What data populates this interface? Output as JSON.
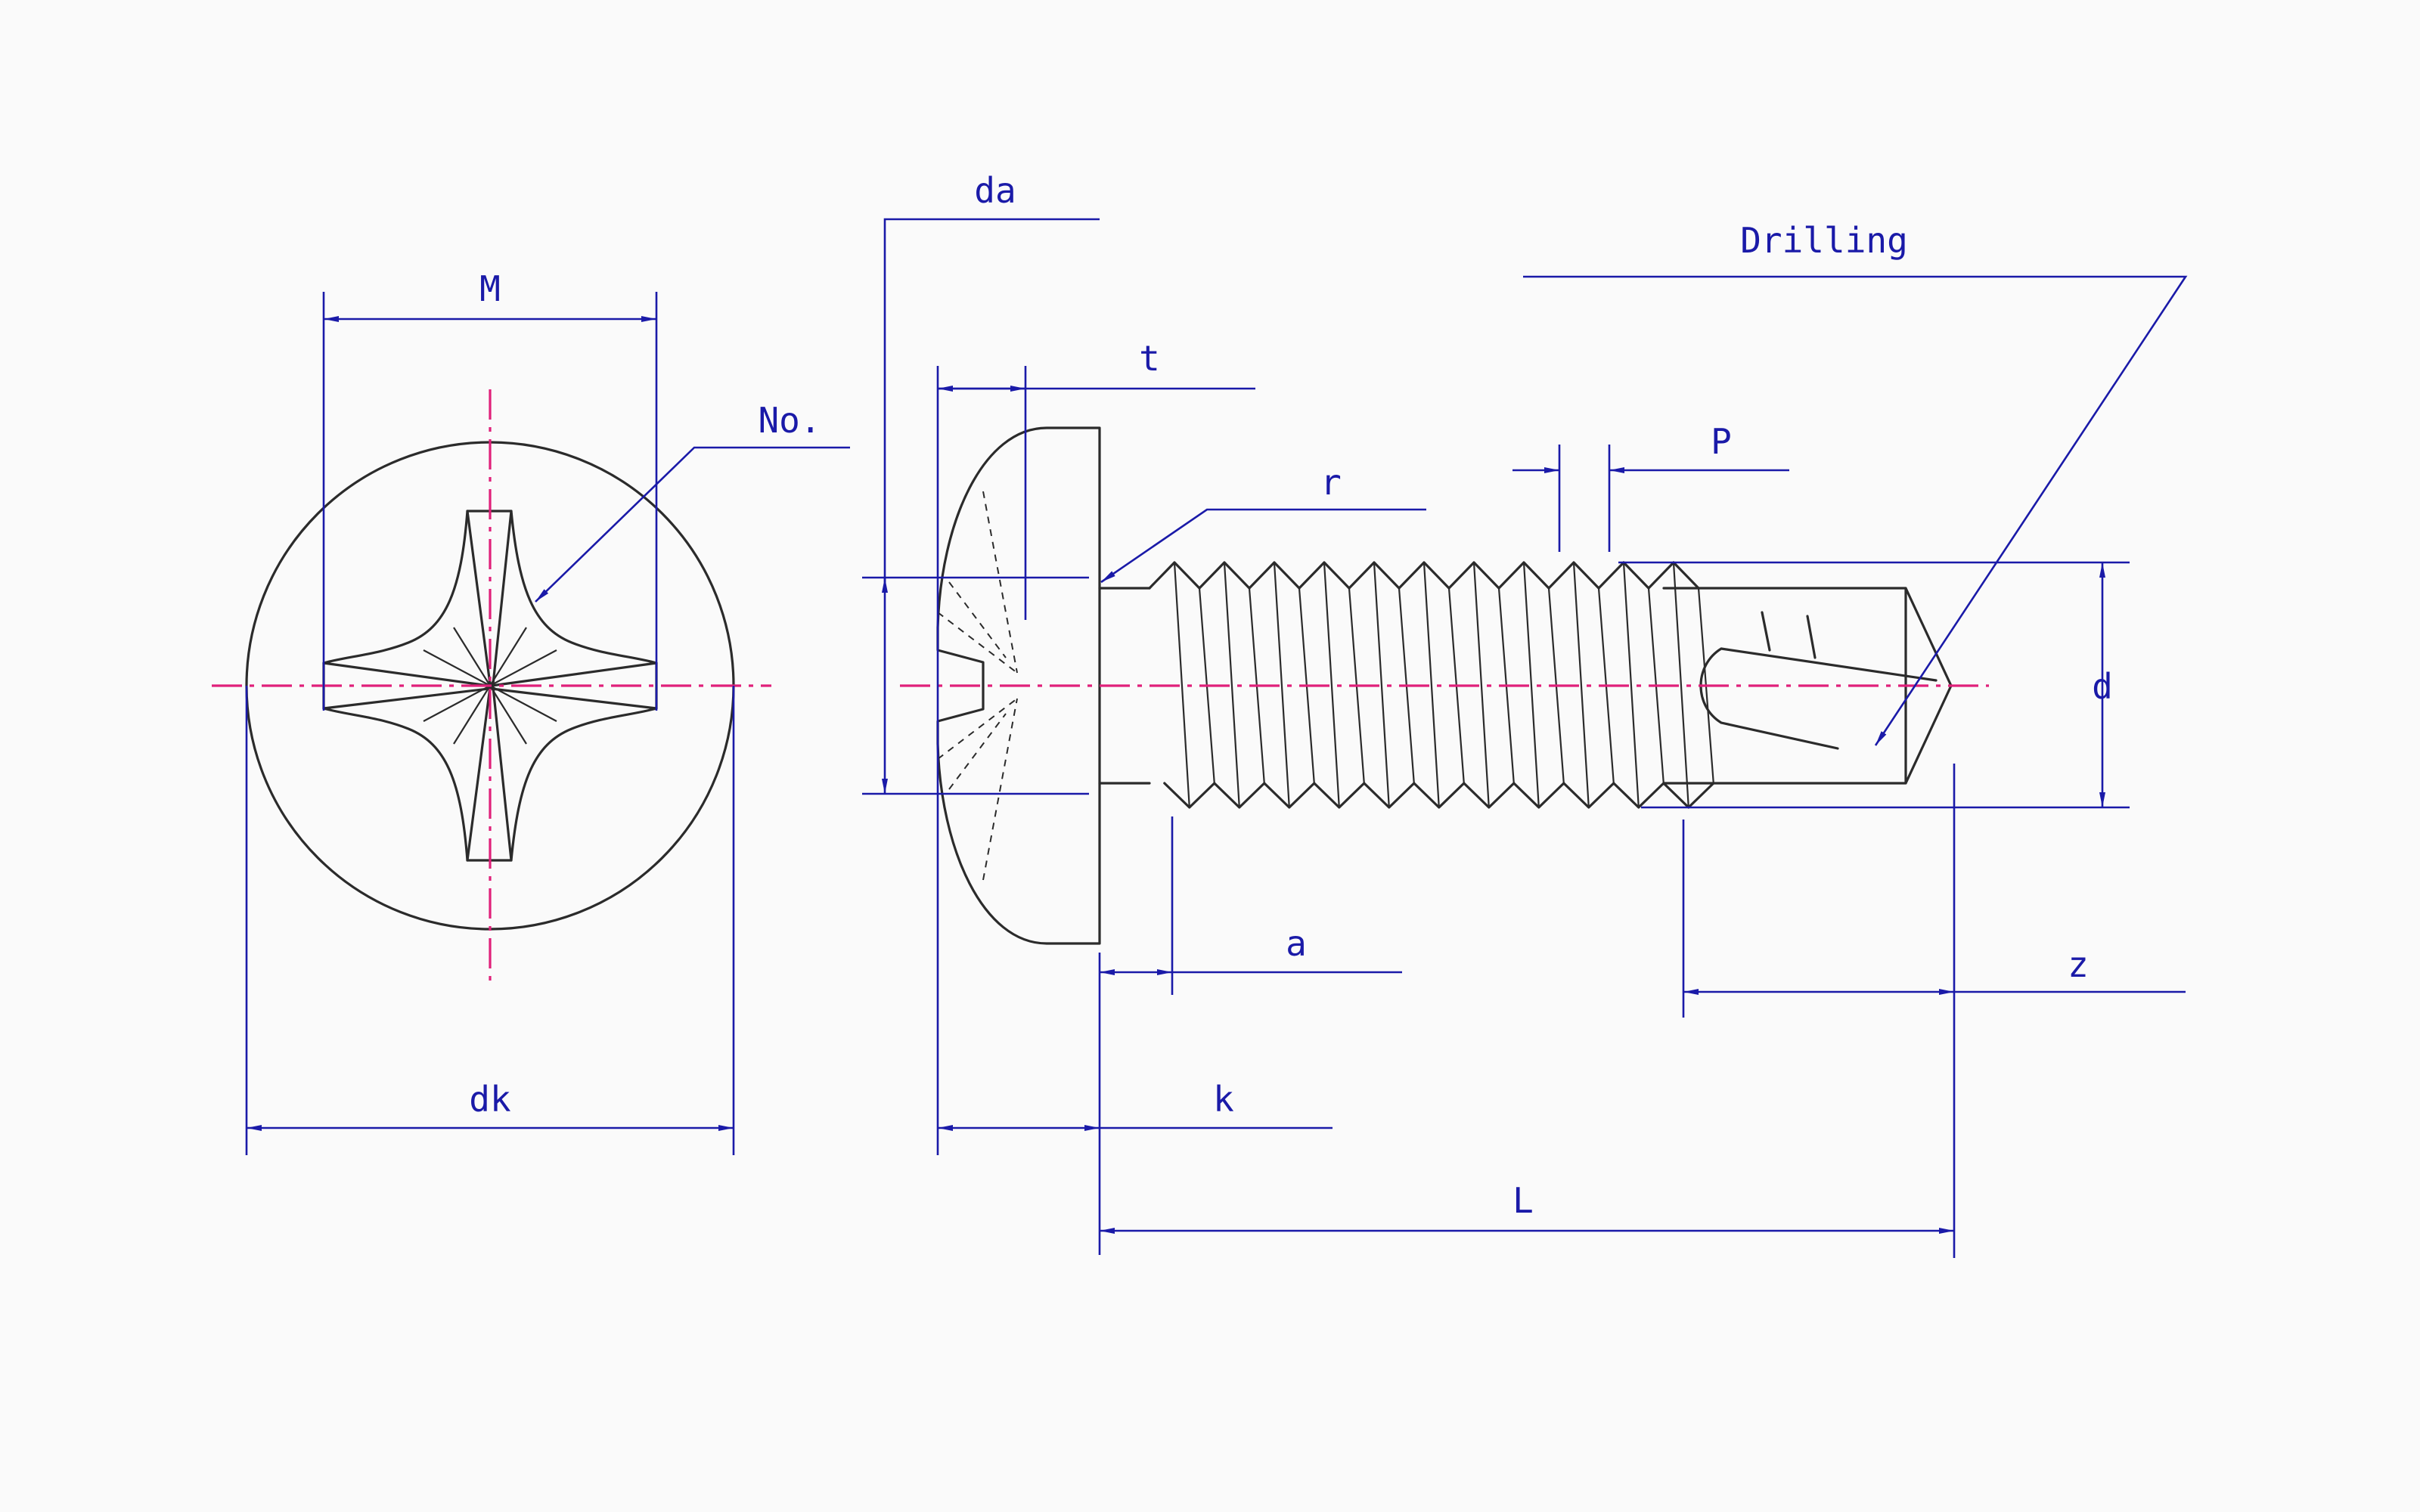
{
  "labels": {
    "M": "M",
    "No": "No.",
    "dk": "dk",
    "da": "da",
    "t": "t",
    "r": "r",
    "P": "P",
    "Drilling": "Drilling",
    "d": "d",
    "a": "a",
    "z": "z",
    "k": "k",
    "L": "L"
  },
  "colors": {
    "outline": "#2b2b2b",
    "dimension": "#1a1aa8",
    "centerline": "#e0207a",
    "background": "#fafafa"
  }
}
